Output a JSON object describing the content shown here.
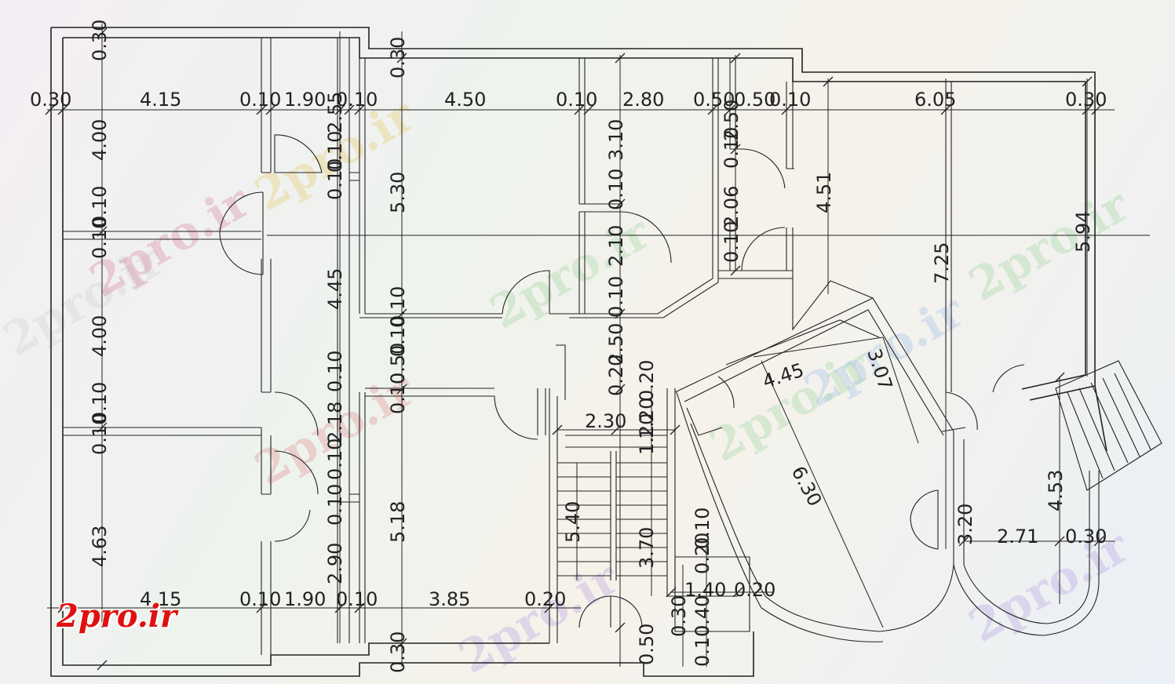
{
  "logo": "2pro.ir",
  "watermark_text": "2pro.ir",
  "watermark_colors": [
    "#d46a8a",
    "#8ccf8c",
    "#e6c34a",
    "#a78be0",
    "#e07a7a",
    "#8fb8e6"
  ],
  "dimensions": {
    "top_row": [
      "0.30",
      "4.15",
      "0.10",
      "1.90",
      "0.10",
      "4.50",
      "0.10",
      "2.80",
      "0.50",
      "0.50",
      "0.10",
      "6.05",
      "0.30"
    ],
    "bottom_row": [
      "4.15",
      "0.10",
      "1.90",
      "0.10",
      "3.85",
      "0.20"
    ],
    "left_vertical": [
      "0.30",
      "4.00",
      "0.10",
      "0.10",
      "4.00",
      "0.10",
      "0.10",
      "4.63"
    ],
    "corridor_vertical": [
      "2.55",
      "0.10",
      "0.10",
      "4.45",
      "0.10",
      "2.18",
      "0.10",
      "0.10",
      "2.90"
    ],
    "middle_vertical": [
      "0.30",
      "5.30",
      "0.10",
      "0.10",
      "0.50",
      "0.10",
      "5.18",
      "0.30"
    ],
    "center_vertical": [
      "3.10",
      "0.10",
      "2.10",
      "0.10",
      "2.50",
      "0.20",
      "0.20"
    ],
    "stair": [
      "2.30",
      "1.20",
      "5.40",
      "3.70",
      "1.20",
      "0.50"
    ],
    "right_vertical": [
      "2.50",
      "0.10",
      "2.06",
      "0.10",
      "4.51",
      "7.25",
      "5.94",
      "4.53",
      "3.20"
    ],
    "angled": [
      "4.45",
      "3.07",
      "6.30"
    ],
    "right_bottom": [
      "2.71",
      "0.30"
    ],
    "small_block": [
      "0.20",
      "1.40",
      "0.20",
      "0.40",
      "0.10",
      "0.10",
      "0.30"
    ]
  }
}
